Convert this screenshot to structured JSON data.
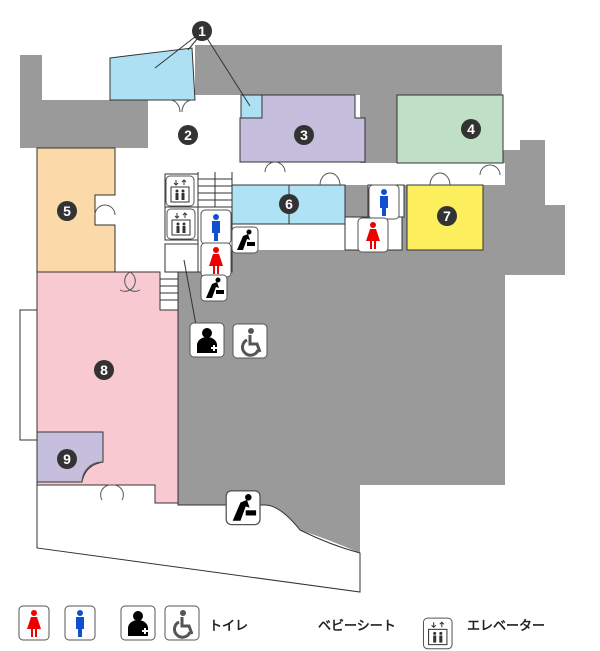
{
  "map": {
    "markers": [
      "1",
      "2",
      "3",
      "4",
      "5",
      "6",
      "7",
      "8",
      "9"
    ],
    "room_colors": {
      "blue": "#aee0f4",
      "purple": "#c5bfdd",
      "green": "#bfe0c5",
      "orange": "#fbd9a8",
      "yellow": "#fcee5c",
      "pink": "#f8c9d1",
      "gray": "#9a9a9a"
    }
  },
  "legend": {
    "toilet_label": "トイレ",
    "baby_seat_label": "ベビーシート",
    "elevator_label": "エレベーター"
  },
  "icons": [
    "female-toilet-icon",
    "male-toilet-icon",
    "ostomate-toilet-icon",
    "wheelchair-toilet-icon",
    "baby-seat-icon",
    "elevator-icon"
  ]
}
